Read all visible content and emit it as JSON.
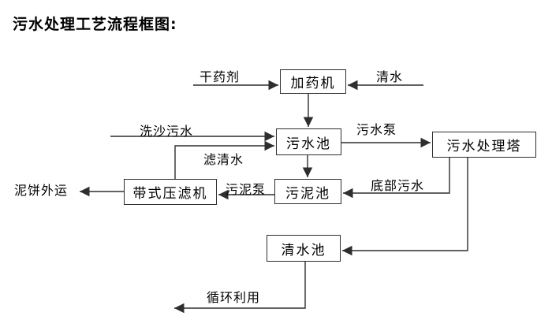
{
  "title": "污水处理工艺流程框图:",
  "nodes": {
    "dosing_machine": {
      "label": "加药机"
    },
    "sewage_pool": {
      "label": "污水池"
    },
    "treatment_tower": {
      "label": "污水处理塔"
    },
    "sludge_pool": {
      "label": "污泥池"
    },
    "belt_filter_press": {
      "label": "带式压滤机"
    },
    "clean_water_pool": {
      "label": "清水池"
    }
  },
  "flow_labels": {
    "dry_agent": "干药剂",
    "clean_water": "清水",
    "sand_washing_sewage": "洗沙污水",
    "sewage_pump": "污水泵",
    "filtered_water": "滤清水",
    "sludge_pump": "污泥泵",
    "bottom_sewage": "底部污水",
    "mud_cake_out": "泥饼外运",
    "recycling": "循环利用"
  },
  "colors": {
    "background": "#ffffff",
    "line": "#2e2e2e",
    "box_border": "#2e2e2e",
    "text": "#000000"
  }
}
